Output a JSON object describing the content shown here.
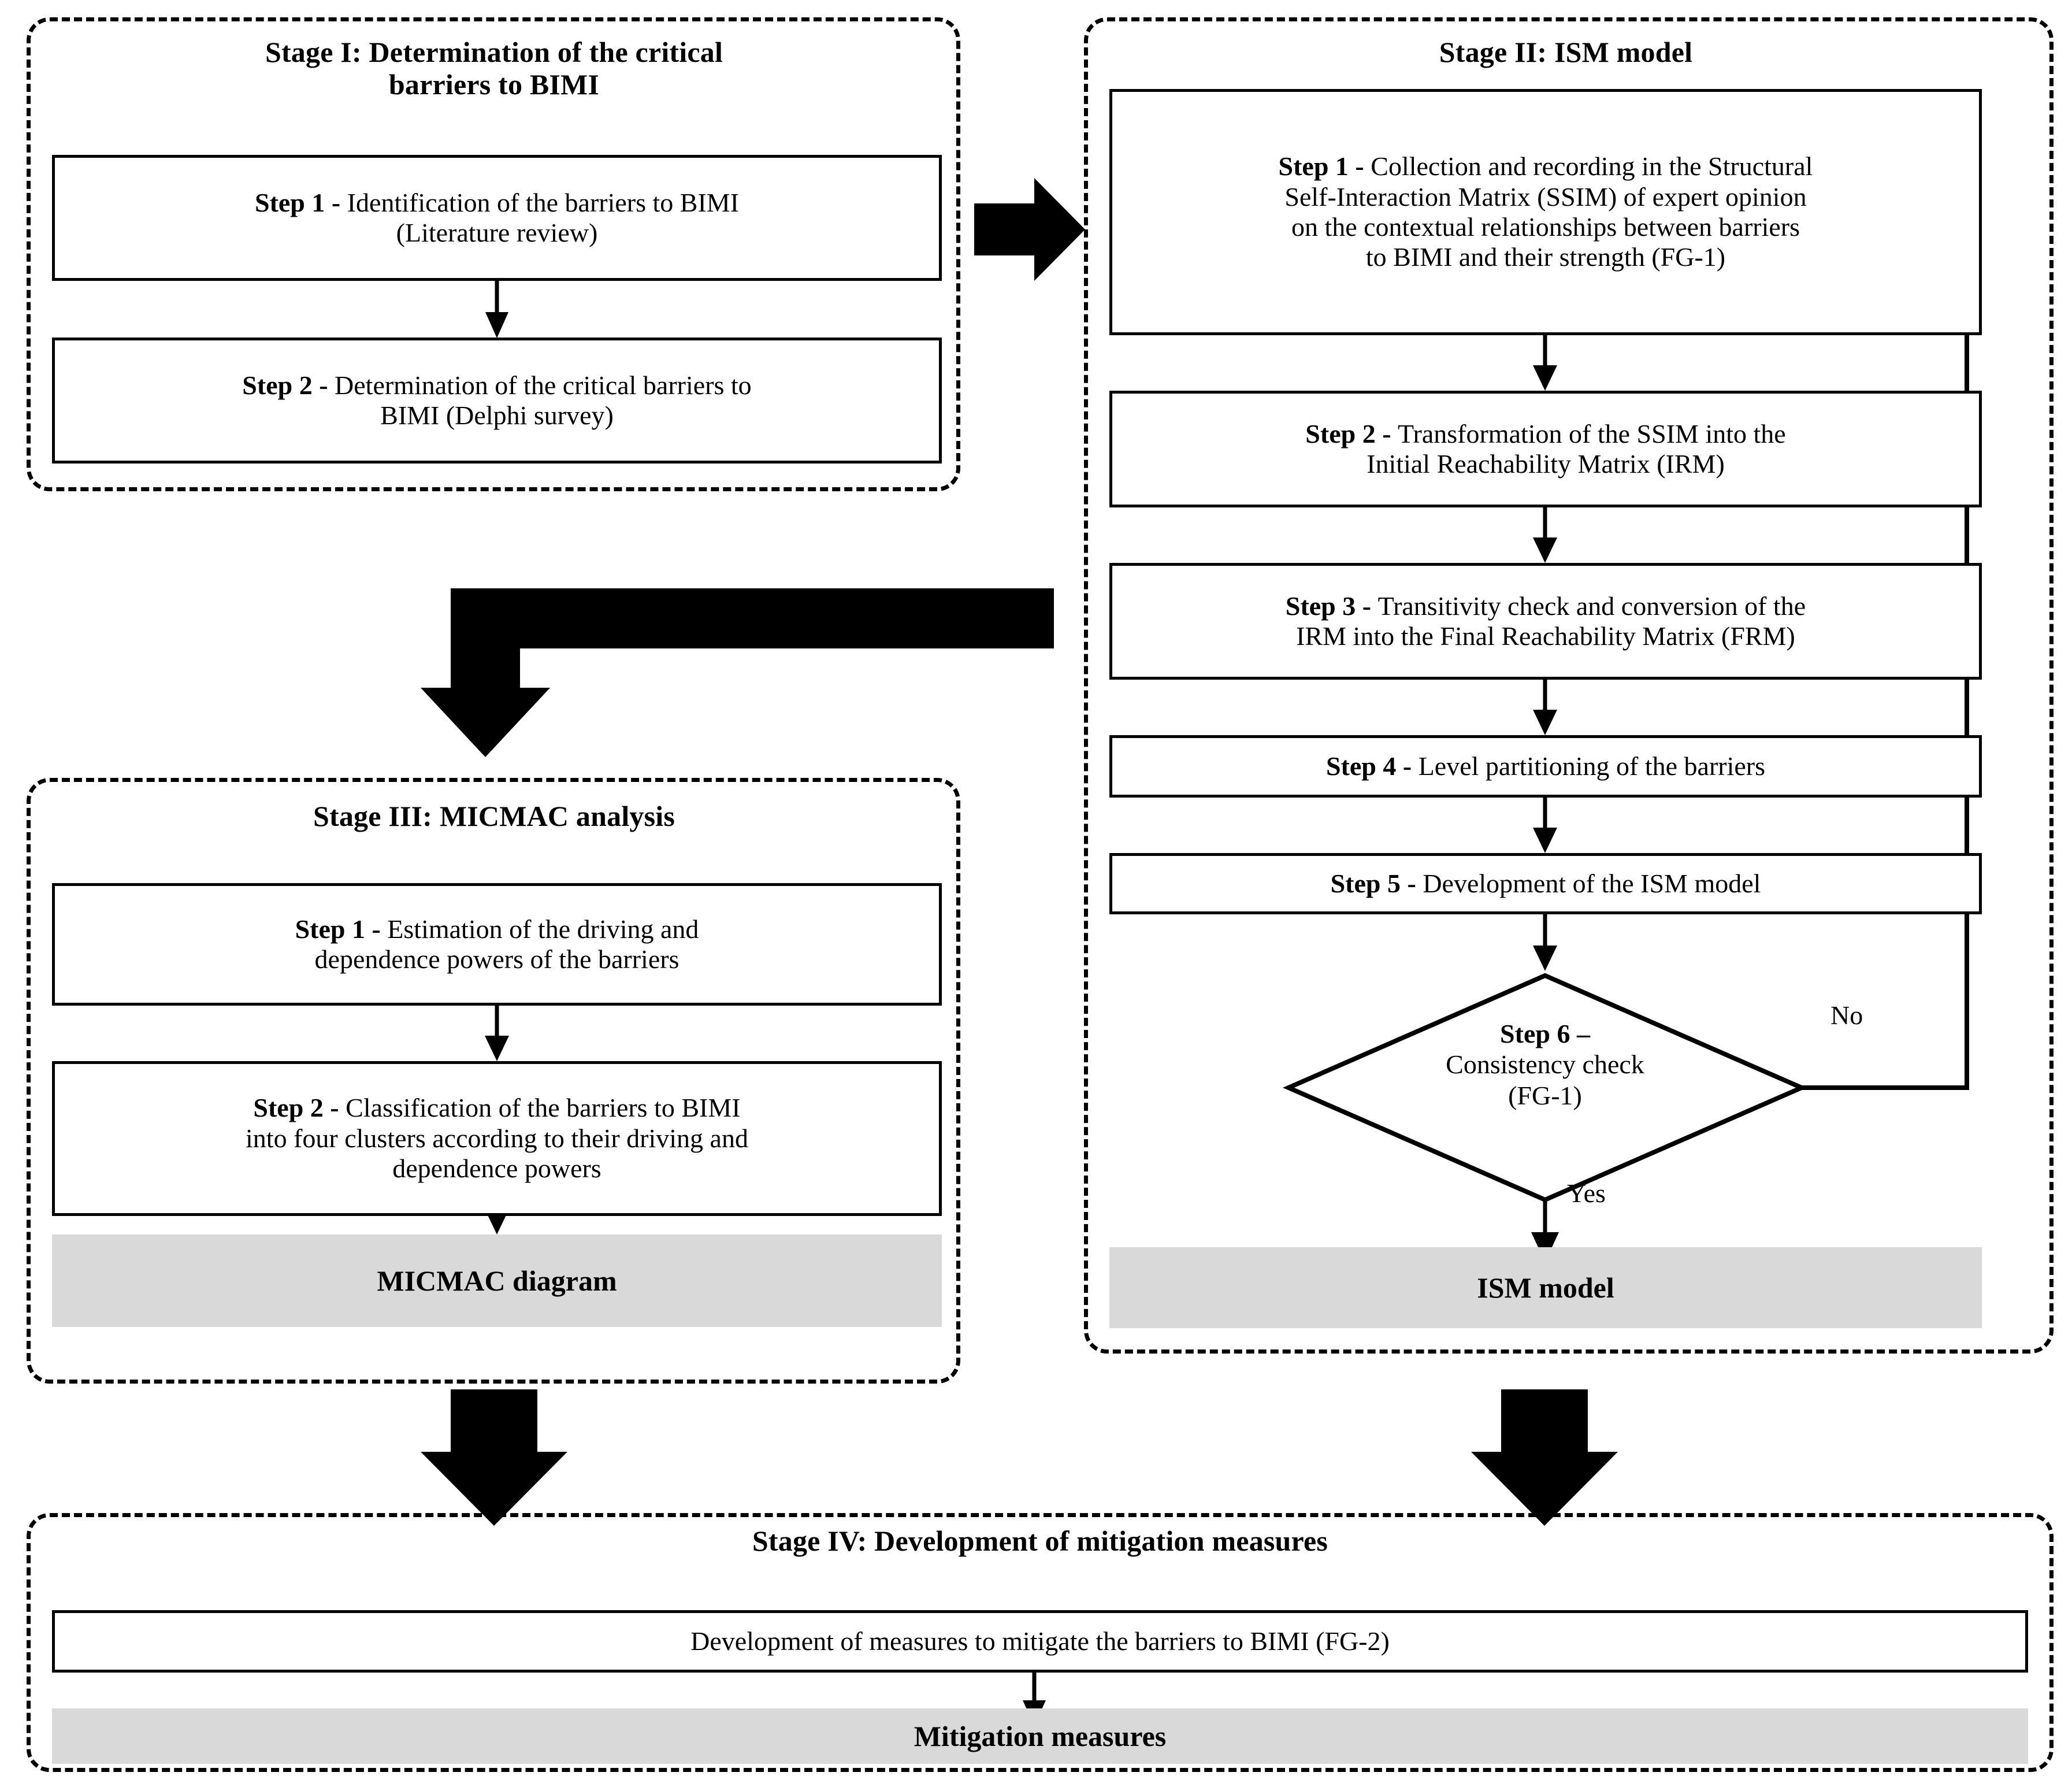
{
  "diagram": {
    "title": "Research methodology flowchart for barriers to BIMI",
    "colors": {
      "line": "#000000",
      "shaded_box_fill": "#d9d9d9",
      "background": "#ffffff"
    }
  },
  "stage1": {
    "title_line1": "Stage I: Determination of  the critical",
    "title_line2": "barriers to BIMI",
    "steps": [
      {
        "label": "Step 1 - ",
        "text_line1": " Identification of the barriers to BIMI",
        "text_line2": "(Literature review)"
      },
      {
        "label": "Step 2 - ",
        "text_line1": "Determination of the critical barriers to",
        "text_line2": "BIMI  (Delphi survey)"
      }
    ]
  },
  "stage2": {
    "title": "Stage II: ISM model",
    "steps": [
      {
        "label": "Step 1 - ",
        "lines": [
          "Collection and recording in the Structural",
          "Self-Interaction Matrix (SSIM) of expert opinion",
          "on the contextual relationships between barriers",
          "to BIMI  and their strength (FG-1)"
        ]
      },
      {
        "label": "Step 2 - ",
        "lines": [
          "Transformation of the SSIM into the",
          "Initial Reachability Matrix (IRM)"
        ]
      },
      {
        "label": "Step 3 - ",
        "lines": [
          "Transitivity check and conversion of the",
          "IRM  into the Final Reachability Matrix (FRM)"
        ]
      },
      {
        "label": "Step 4 - ",
        "lines": [
          "Level partitioning of the barriers"
        ]
      },
      {
        "label": "Step 5 - ",
        "lines": [
          "Development of the ISM model"
        ]
      }
    ],
    "decision": {
      "line1": "Step 6 –",
      "line2": "Consistency check",
      "line3": "(FG-1)",
      "branch_no": "No",
      "branch_yes": "Yes"
    },
    "output": "ISM model"
  },
  "stage3": {
    "title": "Stage III: MICMAC analysis",
    "steps": [
      {
        "label": "Step 1 - ",
        "lines": [
          "Estimation of the driving and",
          "dependence powers of the barriers"
        ]
      },
      {
        "label": "Step 2 - ",
        "lines": [
          "Classification of  the barriers to BIMI",
          "into four clusters according to their driving and",
          "dependence powers"
        ]
      }
    ],
    "output": "MICMAC diagram"
  },
  "stage4": {
    "title": "Stage IV: Development of mitigation measures",
    "step": {
      "label": "",
      "lines": [
        "Development of measures to mitigate the barriers to BIMI (FG-2)"
      ]
    },
    "output": "Mitigation measures"
  },
  "icons": {
    "block_arrow_right": "block-arrow-right-icon",
    "block_arrow_down": "block-arrow-down-icon",
    "elbow_block_arrow": "elbow-block-arrow-icon",
    "thin_arrow_down": "thin-arrow-down-icon",
    "feedback_loop": "feedback-loop-arrow-icon"
  }
}
